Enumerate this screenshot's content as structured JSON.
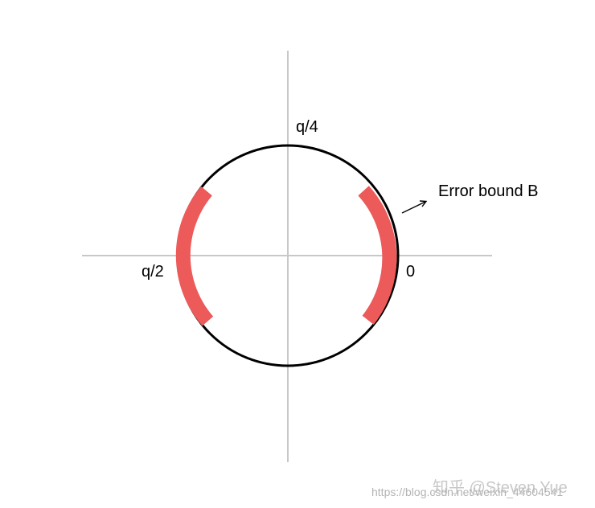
{
  "diagram": {
    "labels": {
      "top": "q/4",
      "left": "q/2",
      "right": "0",
      "error_bound": "Error bound B"
    },
    "colors": {
      "axis": "#c8c8c8",
      "circle": "#000000",
      "error_band": "#ec5a5a"
    }
  },
  "watermark": {
    "brand": "知乎 @Steven Yue",
    "url": "https://blog.csdn.net/weixin_44604541"
  }
}
